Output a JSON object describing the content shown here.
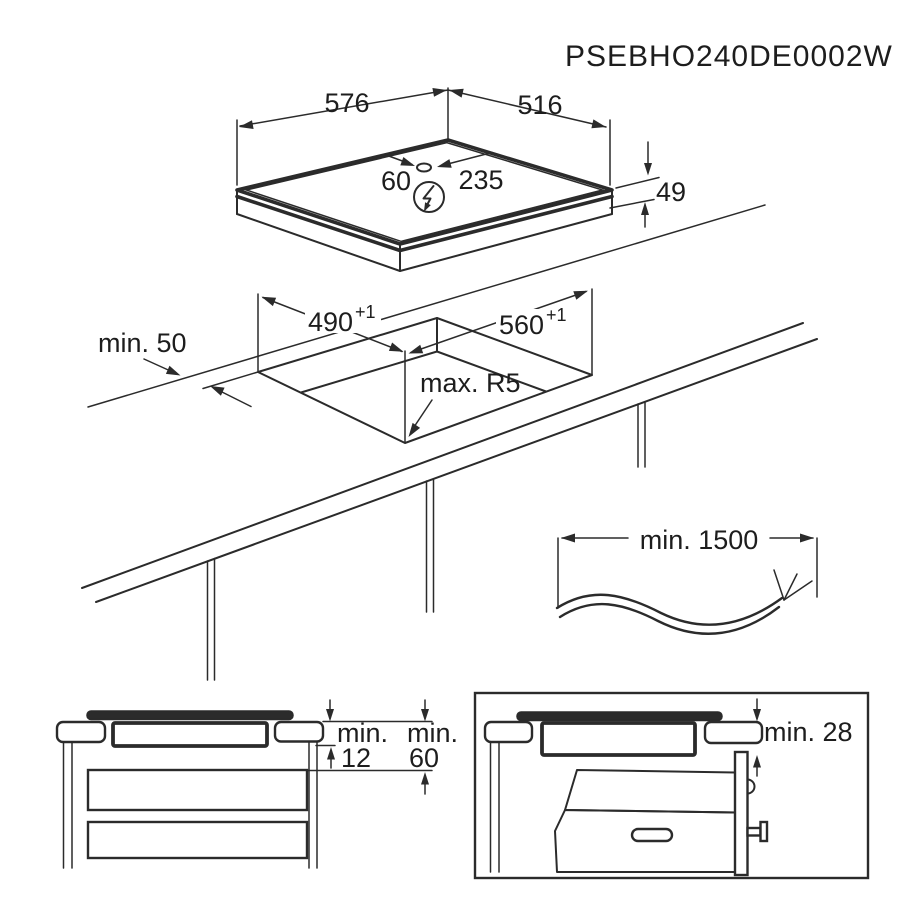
{
  "product_code": "PSEBHO240DE0002W",
  "colors": {
    "line": "#2b2b2b",
    "text": "#1d1d1d",
    "background": "#ffffff"
  },
  "hob_view": {
    "width": "576",
    "depth": "516",
    "height": "49",
    "connection_offset_left": "60",
    "connection_offset_right": "235",
    "symbol_icon": "electrical-connection-lightning-in-circle"
  },
  "cutout_view": {
    "depth": "490",
    "depth_tolerance": "+1",
    "width": "560",
    "width_tolerance": "+1",
    "rear_clearance": "min. 50",
    "corner_radius": "max. R5"
  },
  "cable_view": {
    "length": "min. 1500"
  },
  "cabinet_view": {
    "hob_clearance_prefix": "min.",
    "hob_clearance_value": "12",
    "worktop_clearance_prefix": "min.",
    "worktop_clearance_value": "60"
  },
  "oven_view": {
    "clearance": "min. 28"
  }
}
